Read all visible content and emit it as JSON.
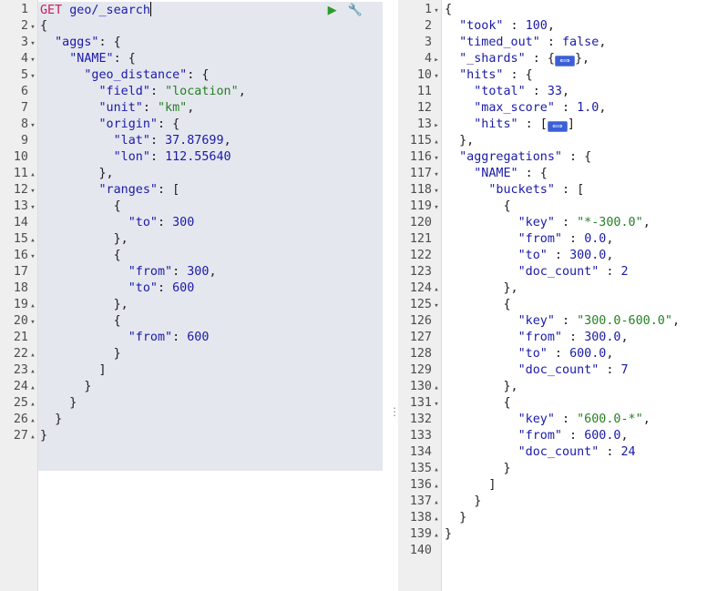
{
  "request": {
    "method": "GET",
    "endpoint": "geo/_search",
    "run_icon": "play-icon",
    "settings_icon": "wrench-icon",
    "lines": [
      {
        "n": "1",
        "fold": "",
        "html": "REQ"
      },
      {
        "n": "2",
        "fold": "▾",
        "t": "{"
      },
      {
        "n": "3",
        "fold": "▾",
        "t": "  \"aggs\": {"
      },
      {
        "n": "4",
        "fold": "▾",
        "t": "    \"NAME\": {"
      },
      {
        "n": "5",
        "fold": "▾",
        "t": "      \"geo_distance\": {"
      },
      {
        "n": "6",
        "fold": "",
        "t": "        \"field\": \"location\","
      },
      {
        "n": "7",
        "fold": "",
        "t": "        \"unit\": \"km\","
      },
      {
        "n": "8",
        "fold": "▾",
        "t": "        \"origin\": {"
      },
      {
        "n": "9",
        "fold": "",
        "t": "          \"lat\": 37.87699,"
      },
      {
        "n": "10",
        "fold": "",
        "t": "          \"lon\": 112.55640"
      },
      {
        "n": "11",
        "fold": "▴",
        "t": "        },"
      },
      {
        "n": "12",
        "fold": "▾",
        "t": "        \"ranges\": ["
      },
      {
        "n": "13",
        "fold": "▾",
        "t": "          {"
      },
      {
        "n": "14",
        "fold": "",
        "t": "            \"to\": 300"
      },
      {
        "n": "15",
        "fold": "▴",
        "t": "          },"
      },
      {
        "n": "16",
        "fold": "▾",
        "t": "          {"
      },
      {
        "n": "17",
        "fold": "",
        "t": "            \"from\": 300,"
      },
      {
        "n": "18",
        "fold": "",
        "t": "            \"to\": 600"
      },
      {
        "n": "19",
        "fold": "▴",
        "t": "          },"
      },
      {
        "n": "20",
        "fold": "▾",
        "t": "          {"
      },
      {
        "n": "21",
        "fold": "",
        "t": "            \"from\": 600"
      },
      {
        "n": "22",
        "fold": "▴",
        "t": "          }"
      },
      {
        "n": "23",
        "fold": "▴",
        "t": "        ]"
      },
      {
        "n": "24",
        "fold": "▴",
        "t": "      }"
      },
      {
        "n": "25",
        "fold": "▴",
        "t": "    }"
      },
      {
        "n": "26",
        "fold": "▴",
        "t": "  }"
      },
      {
        "n": "27",
        "fold": "▴",
        "t": "}"
      }
    ]
  },
  "response": {
    "lines": [
      {
        "n": "1",
        "fold": "▾",
        "t": "{"
      },
      {
        "n": "2",
        "fold": "",
        "t": "  \"took\" : 100,"
      },
      {
        "n": "3",
        "fold": "",
        "t": "  \"timed_out\" : false,"
      },
      {
        "n": "4",
        "fold": "▸",
        "t": "  \"_shards\" : {",
        "collapsed": "}",
        "tail": ","
      },
      {
        "n": "10",
        "fold": "▾",
        "t": "  \"hits\" : {"
      },
      {
        "n": "11",
        "fold": "",
        "t": "    \"total\" : 33,"
      },
      {
        "n": "12",
        "fold": "",
        "t": "    \"max_score\" : 1.0,"
      },
      {
        "n": "13",
        "fold": "▸",
        "t": "    \"hits\" : [",
        "collapsed": "]",
        "tail": ""
      },
      {
        "n": "115",
        "fold": "▴",
        "t": "  },"
      },
      {
        "n": "116",
        "fold": "▾",
        "t": "  \"aggregations\" : {"
      },
      {
        "n": "117",
        "fold": "▾",
        "t": "    \"NAME\" : {"
      },
      {
        "n": "118",
        "fold": "▾",
        "t": "      \"buckets\" : ["
      },
      {
        "n": "119",
        "fold": "▾",
        "t": "        {"
      },
      {
        "n": "120",
        "fold": "",
        "t": "          \"key\" : \"*-300.0\","
      },
      {
        "n": "121",
        "fold": "",
        "t": "          \"from\" : 0.0,"
      },
      {
        "n": "122",
        "fold": "",
        "t": "          \"to\" : 300.0,"
      },
      {
        "n": "123",
        "fold": "",
        "t": "          \"doc_count\" : 2"
      },
      {
        "n": "124",
        "fold": "▴",
        "t": "        },"
      },
      {
        "n": "125",
        "fold": "▾",
        "t": "        {"
      },
      {
        "n": "126",
        "fold": "",
        "t": "          \"key\" : \"300.0-600.0\","
      },
      {
        "n": "127",
        "fold": "",
        "t": "          \"from\" : 300.0,"
      },
      {
        "n": "128",
        "fold": "",
        "t": "          \"to\" : 600.0,"
      },
      {
        "n": "129",
        "fold": "",
        "t": "          \"doc_count\" : 7"
      },
      {
        "n": "130",
        "fold": "▴",
        "t": "        },"
      },
      {
        "n": "131",
        "fold": "▾",
        "t": "        {"
      },
      {
        "n": "132",
        "fold": "",
        "t": "          \"key\" : \"600.0-*\","
      },
      {
        "n": "133",
        "fold": "",
        "t": "          \"from\" : 600.0,"
      },
      {
        "n": "134",
        "fold": "",
        "t": "          \"doc_count\" : 24"
      },
      {
        "n": "135",
        "fold": "▴",
        "t": "        }"
      },
      {
        "n": "136",
        "fold": "▴",
        "t": "      ]"
      },
      {
        "n": "137",
        "fold": "▴",
        "t": "    }"
      },
      {
        "n": "138",
        "fold": "▴",
        "t": "  }"
      },
      {
        "n": "139",
        "fold": "▴",
        "t": "}"
      },
      {
        "n": "140",
        "fold": "",
        "t": ""
      }
    ]
  },
  "colors": {
    "method": "#cc1c5a",
    "key": "#1a1aa6",
    "string": "#258025",
    "number": "#1a1aa6",
    "selection": "#e5e7ef",
    "gutter": "#efefef"
  }
}
